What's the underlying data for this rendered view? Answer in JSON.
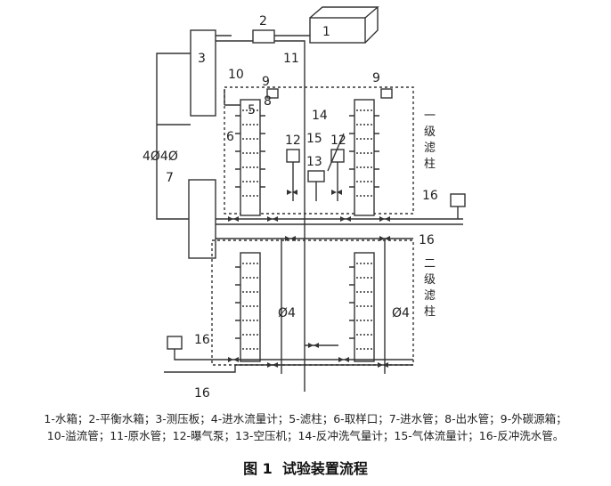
{
  "figure": {
    "labels": {
      "water_tank": "1",
      "balance_tank": "2",
      "pressure_plate": "3",
      "overflow_pipe": "10",
      "raw_water_pipe": "11",
      "carbon_tank_left": "9",
      "carbon_tank_right": "9",
      "outlet_pipe": "8",
      "filter_column": "5",
      "sampling_port": "6",
      "aeration_pump_left": "12",
      "aeration_pump_right": "12",
      "air_compressor": "13",
      "backwash_meter": "14",
      "gas_meter": "15",
      "flowmeter_pair": "4Ø4Ø",
      "inlet_pipe": "7",
      "flowmeter_lower_left": "Ø4",
      "flowmeter_lower_right": "Ø4",
      "backwash_pipe_a": "16",
      "backwash_pipe_b": "16",
      "backwash_pipe_c": "16",
      "backwash_pipe_d": "16",
      "stage1_line1": "一",
      "stage1_line2": "级",
      "stage1_line3": "滤",
      "stage1_line4": "柱",
      "stage2_line1": "二",
      "stage2_line2": "级",
      "stage2_line3": "滤",
      "stage2_line4": "柱"
    },
    "legend_line1": "1-水箱；2-平衡水箱；3-测压板；4-进水流量计；5-滤柱；6-取样口；7-进水管；8-出水管；9-外碳源箱；",
    "legend_line2": "10-溢流管；11-原水管；12-曝气泵；13-空压机；14-反冲洗气量计；15-气体流量计；16-反冲洗水管。",
    "caption_number": "图 1",
    "caption_title": "试验装置流程"
  }
}
